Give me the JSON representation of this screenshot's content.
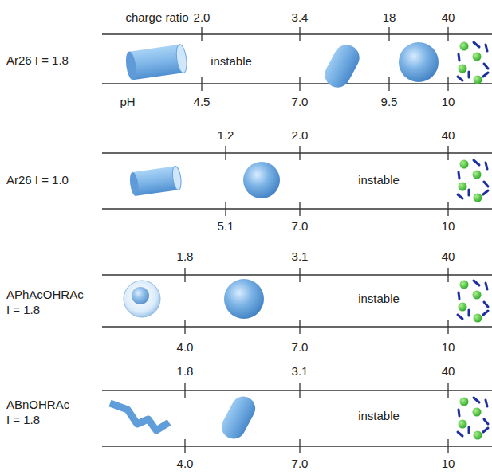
{
  "diagram": {
    "labels": [
      "charge ratio",
      "2.0",
      "3.4",
      "18",
      "40",
      "Ar26 I = 1.8",
      "instable",
      "pH",
      "4.5",
      "7.0",
      "9.5",
      "10",
      "1.2",
      "2.0",
      "40",
      "Ar26 I = 1.0",
      "instable",
      "5.1",
      "7.0",
      "10",
      "1.8",
      "3.1",
      "40",
      "APhAcOHRAc I = 1.8",
      "instable",
      "4.0",
      "7.0",
      "10",
      "1.8",
      "3.1",
      "40",
      "ABnOHRAc I = 1.8",
      "instable",
      "4.0",
      "7.0",
      "10"
    ]
  }
}
